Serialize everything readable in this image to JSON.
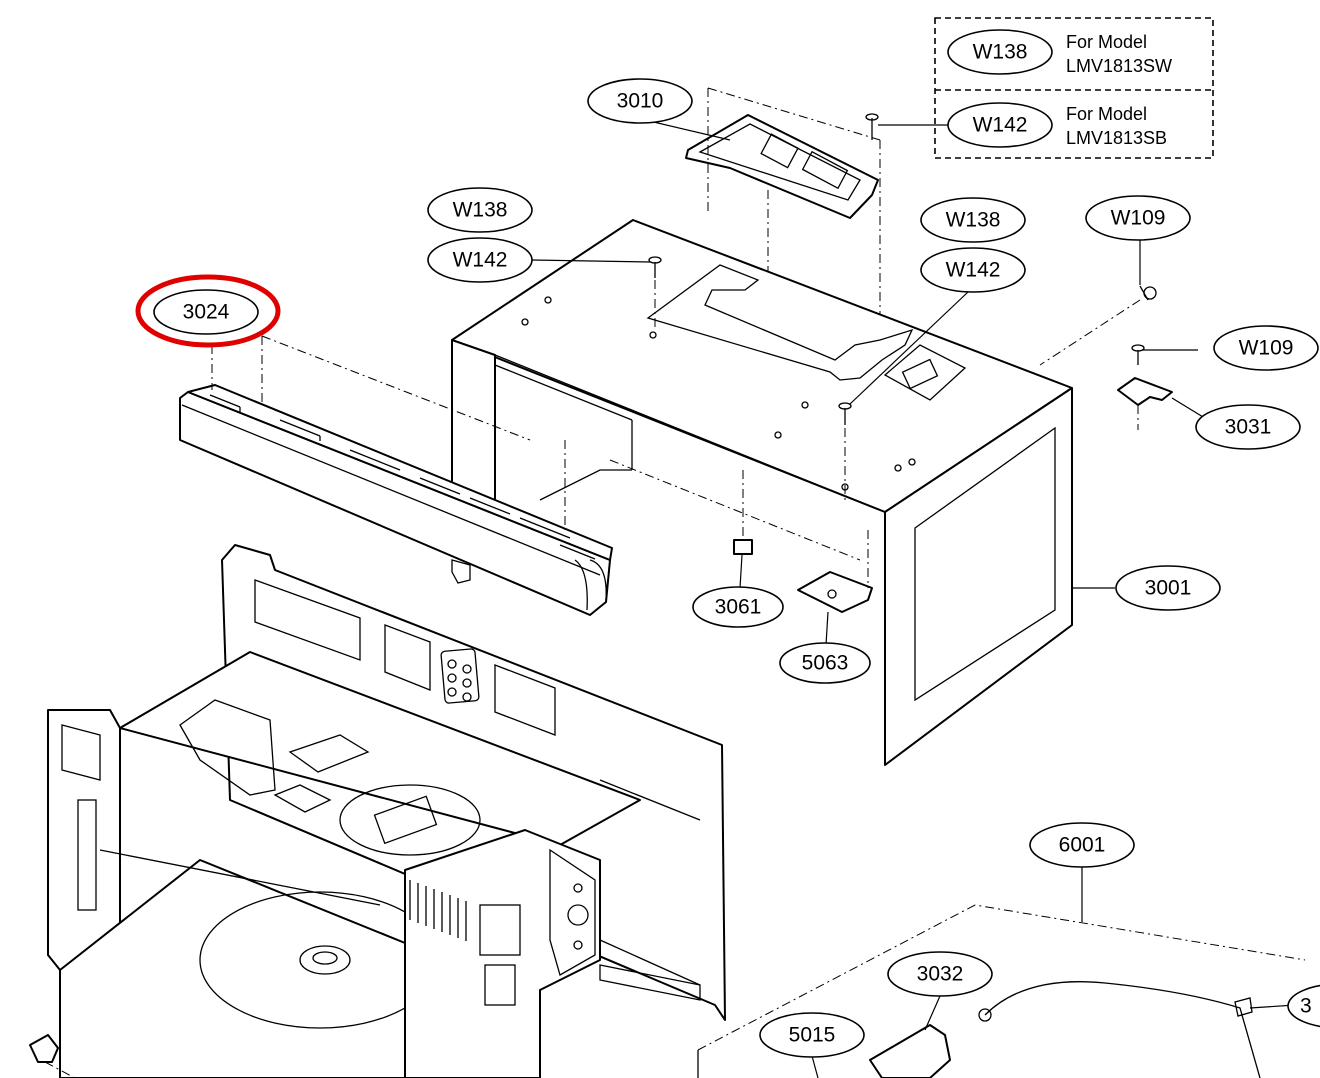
{
  "diagram": {
    "callouts": {
      "c3010": "3010",
      "c3024": "3024",
      "c3001": "3001",
      "c3031": "3031",
      "c3061": "3061",
      "c5063": "5063",
      "c6001": "6001",
      "c3032": "3032",
      "c5015": "5015",
      "cw138a": "W138",
      "cw142a": "W142",
      "cw138b": "W138",
      "cw142b": "W142",
      "cw109a": "W109",
      "cw109b": "W109",
      "cpartial": "3"
    },
    "model_note": {
      "rows": [
        {
          "code": "W138",
          "line1": "For Model",
          "line2": "LMV1813SW"
        },
        {
          "code": "W142",
          "line1": "For Model",
          "line2": "LMV1813SB"
        }
      ]
    },
    "highlight": {
      "target": "3024",
      "color": "#e00000"
    }
  }
}
